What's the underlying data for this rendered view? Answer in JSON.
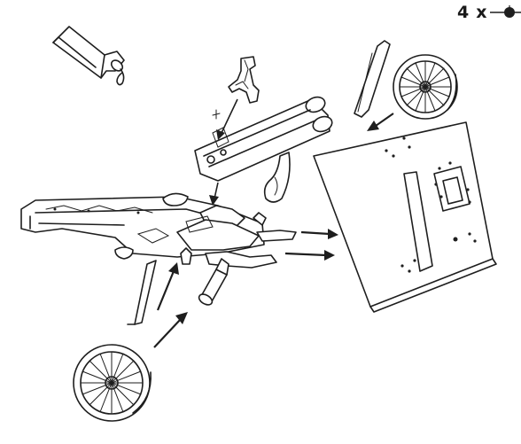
{
  "instruction": {
    "quantity_number": "4",
    "quantity_multiplier": "x",
    "glue_point_icon": "glue-point-icon",
    "glue_tube_icon": "glue-tube-icon"
  },
  "colors": {
    "ink": "#1e1e1e",
    "paper": "#ffffff"
  },
  "parts": [
    "glue-tube",
    "trigger-bracket",
    "barrel-cylinders",
    "trigger",
    "gun-carriage-frame",
    "axle-rod",
    "wheel-right",
    "wheel-left",
    "shield-plate",
    "support-leg",
    "axle-stub"
  ]
}
